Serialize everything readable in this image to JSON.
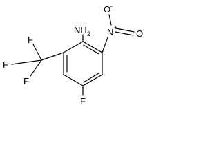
{
  "molecule": {
    "labels": {
      "amine": "NH",
      "amine_sub": "2",
      "nitro_n": "N",
      "nitro_n_charge": "+",
      "nitro_o_top": "O",
      "nitro_o_top_charge": "-",
      "nitro_o_right": "O",
      "fluoro_ring": "F",
      "cf3_f_top": "F",
      "cf3_f_left": "F",
      "cf3_f_bottom": "F"
    }
  }
}
